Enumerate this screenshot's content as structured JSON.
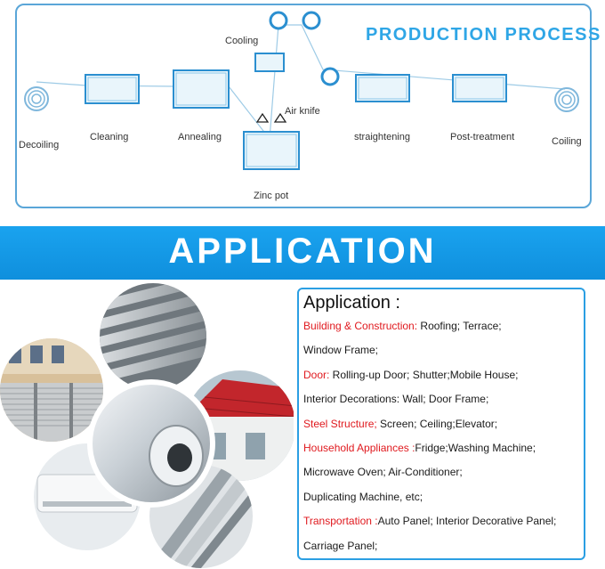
{
  "process": {
    "title": "PRODUCTION PROCESS",
    "steps": {
      "decoiling": "Decoiling",
      "cleaning": "Cleaning",
      "annealing": "Annealing",
      "cooling": "Cooling",
      "air_knife": "Air knife",
      "zinc_pot": "Zinc pot",
      "straightening": "straightening",
      "post_treatment": "Post-treatment",
      "coiling": "Coiling"
    }
  },
  "banner": {
    "title": "APPLICATION"
  },
  "application": {
    "heading": "Application :",
    "lines": [
      {
        "category": "Building & Construction:",
        "text": " Roofing; Terrace;"
      },
      {
        "category": "",
        "text": "Window Frame;"
      },
      {
        "category": "Door:",
        "text": " Rolling-up Door; Shutter;Mobile House;"
      },
      {
        "category": "",
        "text": "Interior Decorations: Wall; Door Frame;"
      },
      {
        "category": "Steel Structure;",
        "text": " Screen; Ceiling;Elevator;"
      },
      {
        "category": "Household Appliances :",
        "text": "Fridge;Washing Machine;"
      },
      {
        "category": "",
        "text": "Microwave Oven; Air-Conditioner;"
      },
      {
        "category": "",
        "text": "Duplicating Machine, etc;"
      },
      {
        "category": "Transportation :",
        "text": "Auto Panel; Interior Decorative Panel;"
      },
      {
        "category": "",
        "text": "Carriage Panel;"
      }
    ]
  },
  "colors": {
    "accent": "#2fa6e6",
    "banner": "#1aa3ef",
    "category_red": "#e0191e",
    "box_border": "#2b9fe3"
  },
  "collage_images": [
    "shutter-house-photo",
    "corrugated-sheet-photo",
    "red-roof-house-photo",
    "air-conditioner-photo",
    "steel-coil-photo",
    "metal-profile-photo"
  ]
}
